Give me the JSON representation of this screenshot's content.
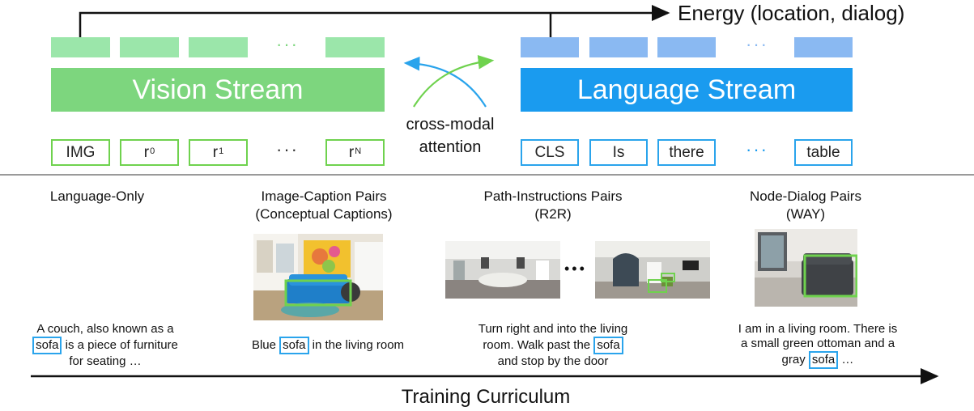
{
  "energy_label": "Energy (location, dialog)",
  "vision_stream": {
    "label": "Vision Stream",
    "tokens": [
      "IMG",
      "r",
      "r",
      "r"
    ],
    "token_sup": [
      "",
      "0",
      "1",
      "N"
    ],
    "ellipsis": "···"
  },
  "language_stream": {
    "label": "Language Stream",
    "tokens": [
      "CLS",
      "Is",
      "there",
      "table"
    ],
    "ellipsis": "···"
  },
  "attention_label_line1": "cross-modal",
  "attention_label_line2": "attention",
  "stages": [
    {
      "title_line1": "Language-Only",
      "title_line2": "",
      "caption_pre": "A couch, also known as a",
      "caption_hl": "sofa",
      "caption_post": " is a piece of furniture",
      "caption_line3": "for seating …"
    },
    {
      "title_line1": "Image-Caption Pairs",
      "title_line2": "(Conceptual Captions)",
      "caption_pre": "Blue ",
      "caption_hl": "sofa",
      "caption_post": " in the living room"
    },
    {
      "title_line1": "Path-Instructions Pairs",
      "title_line2": "(R2R)",
      "caption_line1": "Turn right and into the living",
      "caption_pre": "room. Walk past the ",
      "caption_hl": "sofa",
      "caption_line3": "and stop by the door",
      "ellipsis": "•••"
    },
    {
      "title_line1": "Node-Dialog Pairs",
      "title_line2": "(WAY)",
      "caption_line1": "I am in a living room. There is",
      "caption_line2": "a small green ottoman and a",
      "caption_pre": "gray ",
      "caption_hl": "sofa",
      "caption_post": " …"
    }
  ],
  "curriculum_label": "Training Curriculum",
  "colors": {
    "vision_green": "#7dd67e",
    "vision_green_light": "#9be6aa",
    "language_blue": "#1a9bef",
    "language_blue_light": "#8ab9f2",
    "token_green_border": "#6fd24e",
    "token_blue_border": "#2aa4ec"
  }
}
